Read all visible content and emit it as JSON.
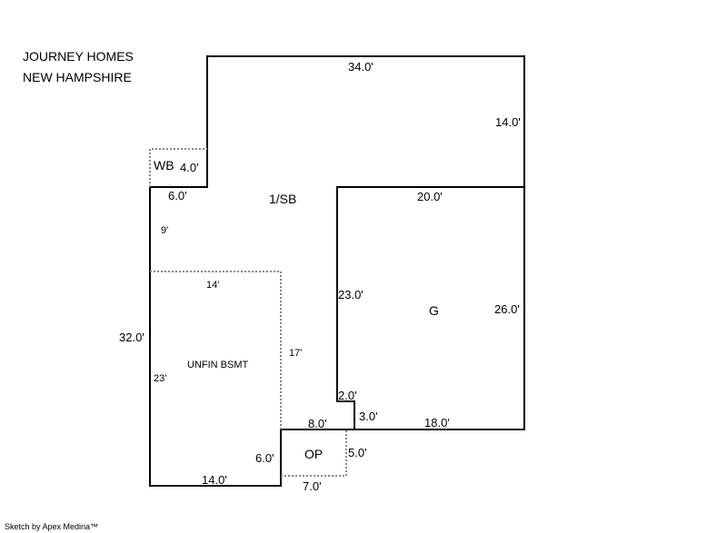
{
  "header": {
    "line1": "JOURNEY HOMES",
    "line2": "NEW HAMPSHIRE"
  },
  "footer": {
    "credit": "Sketch by Apex Medina™"
  },
  "areas": {
    "living": "1/SB",
    "garage": "G",
    "bump": "WB",
    "basement": "UNFIN BSMT",
    "porch": "OP"
  },
  "dims": {
    "top": "34.0'",
    "right_top": "14.0'",
    "wb": "4.0'",
    "wb_step": "6.0'",
    "left_upper": "9'",
    "garage_top": "20.0'",
    "garage_left": "23.0'",
    "garage_right": "26.0'",
    "bsmt_top": "14'",
    "bsmt_right": "17'",
    "bsmt_left": "23'",
    "left": "32.0'",
    "step_h": "2.0'",
    "step_v": "3.0'",
    "garage_bottom": "18.0'",
    "porch_top": "8.0'",
    "porch_left": "6.0'",
    "porch_right": "5.0'",
    "porch_bottom": "7.0'",
    "bottom": "14.0'"
  }
}
